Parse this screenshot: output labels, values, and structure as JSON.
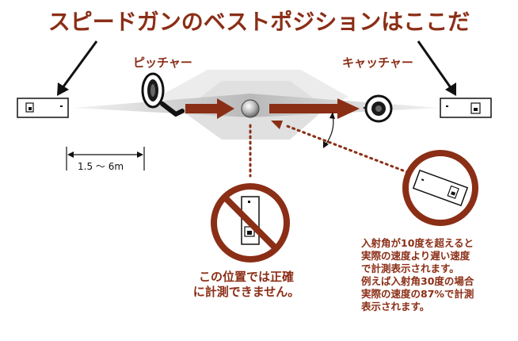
{
  "title": "スピードガンのベストポジションはここだ",
  "labels": {
    "pitcher": "ピッチャー",
    "catcher": "キャッチャー",
    "distance": "1.5 ～ 6m"
  },
  "warning": {
    "line1": "この位置では正確",
    "line2": "に計測できません。"
  },
  "note": {
    "lines": [
      "入射角が10度を超えると",
      "実際の速度より遅い速度",
      "で計測表示されます。",
      "例えば入射角30度の場合",
      "実際の速度の87%で計測",
      "表示されます。"
    ]
  },
  "colors": {
    "accent": "#8b2e16",
    "beam": "#c8c8c8",
    "outline": "#111111"
  }
}
